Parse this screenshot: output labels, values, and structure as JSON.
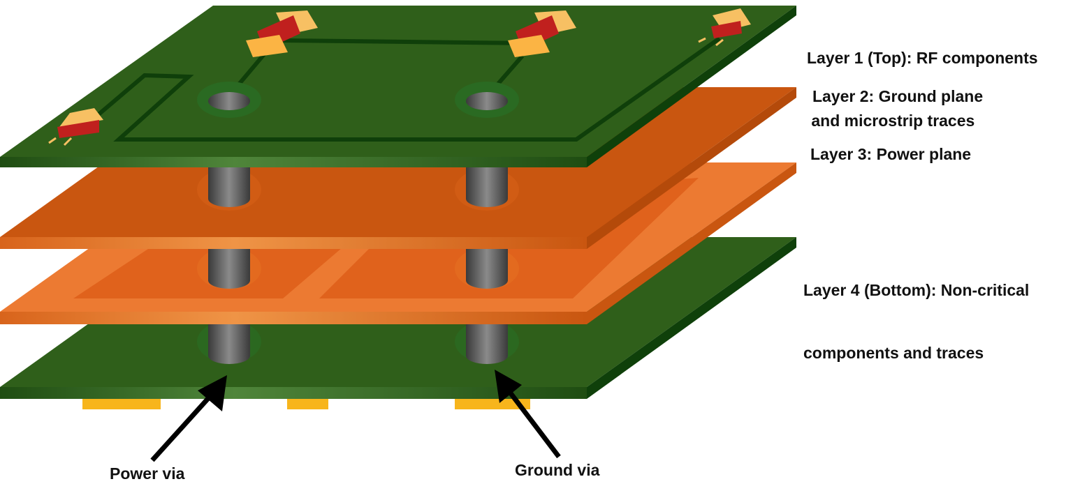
{
  "labels": {
    "layer1_line1": "Layer 1 (Top): RF components",
    "layer1_line2": " and microstrip traces",
    "layer2": "Layer 2: Ground plane",
    "layer3": "Layer 3: Power plane",
    "layer4_line1": "Layer 4 (Bottom): Non-critical",
    "layer4_line2": "components and traces",
    "power_via": "Power via",
    "ground_via": "Ground via"
  },
  "colors": {
    "pcb_green": "#2f5f1a",
    "trace_green": "#0f3f0a",
    "ground_copper": "#c95610",
    "power_copper": "#e9782f",
    "via_gray": "#555555",
    "pad_yellow": "#f7b51c"
  }
}
